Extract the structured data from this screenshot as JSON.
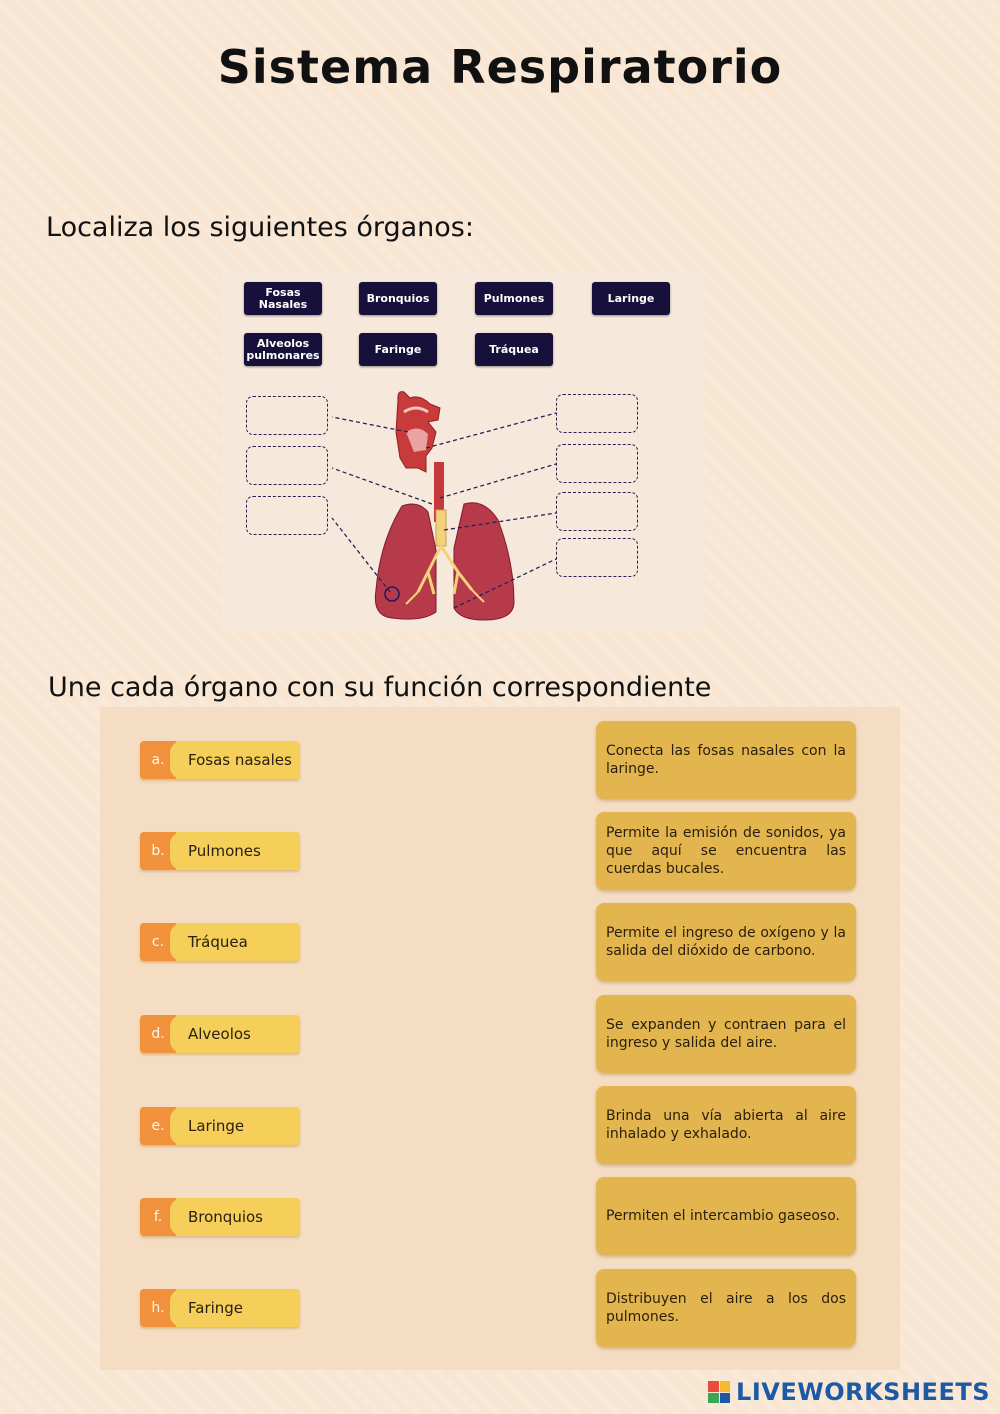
{
  "title": "Sistema Respiratorio",
  "section1": {
    "heading": "Localiza los siguientes órganos:",
    "chips": [
      "Fosas Nasales",
      "Bronquios",
      "Pulmones",
      "Laringe",
      "Alveolos pulmonares",
      "Faringe",
      "Tráquea"
    ]
  },
  "section2": {
    "heading": "Une cada órgano con su función correspondiente",
    "organs": [
      {
        "letter": "a.",
        "name": "Fosas nasales"
      },
      {
        "letter": "b.",
        "name": "Pulmones"
      },
      {
        "letter": "c.",
        "name": "Tráquea"
      },
      {
        "letter": "d.",
        "name": "Alveolos"
      },
      {
        "letter": "e.",
        "name": "Laringe"
      },
      {
        "letter": "f.",
        "name": "Bronquios"
      },
      {
        "letter": "h.",
        "name": "Faringe"
      }
    ],
    "functions": [
      "Conecta las fosas nasales con la laringe.",
      "Permite la emisión de sonidos, ya que aquí se encuentra las cuerdas bucales.",
      "Permite el ingreso de oxígeno y la salida del dióxido de carbono.",
      "Se expanden y contraen para el ingreso y salida del aire.",
      "Brinda una vía abierta al aire inhalado y exhalado.",
      "Permiten el intercambio gaseoso.",
      "Distribuyen el aire a los dos pulmones."
    ]
  },
  "brand": {
    "name": "LIVEWORKSHEETS",
    "icon": "liveworksheets-logo-icon"
  }
}
